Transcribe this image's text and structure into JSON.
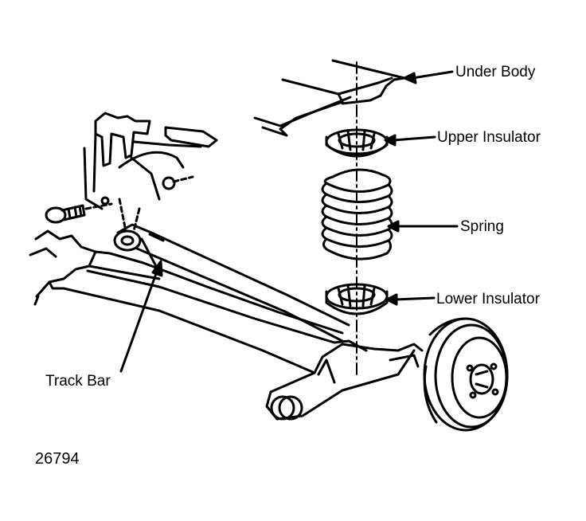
{
  "labels": {
    "under_body": "Under Body",
    "upper_insulator": "Upper Insulator",
    "spring": "Spring",
    "lower_insulator": "Lower Insulator",
    "track_bar": "Track Bar"
  },
  "figure_number": "26794",
  "colors": {
    "ink": "#000000",
    "paper": "#ffffff"
  }
}
